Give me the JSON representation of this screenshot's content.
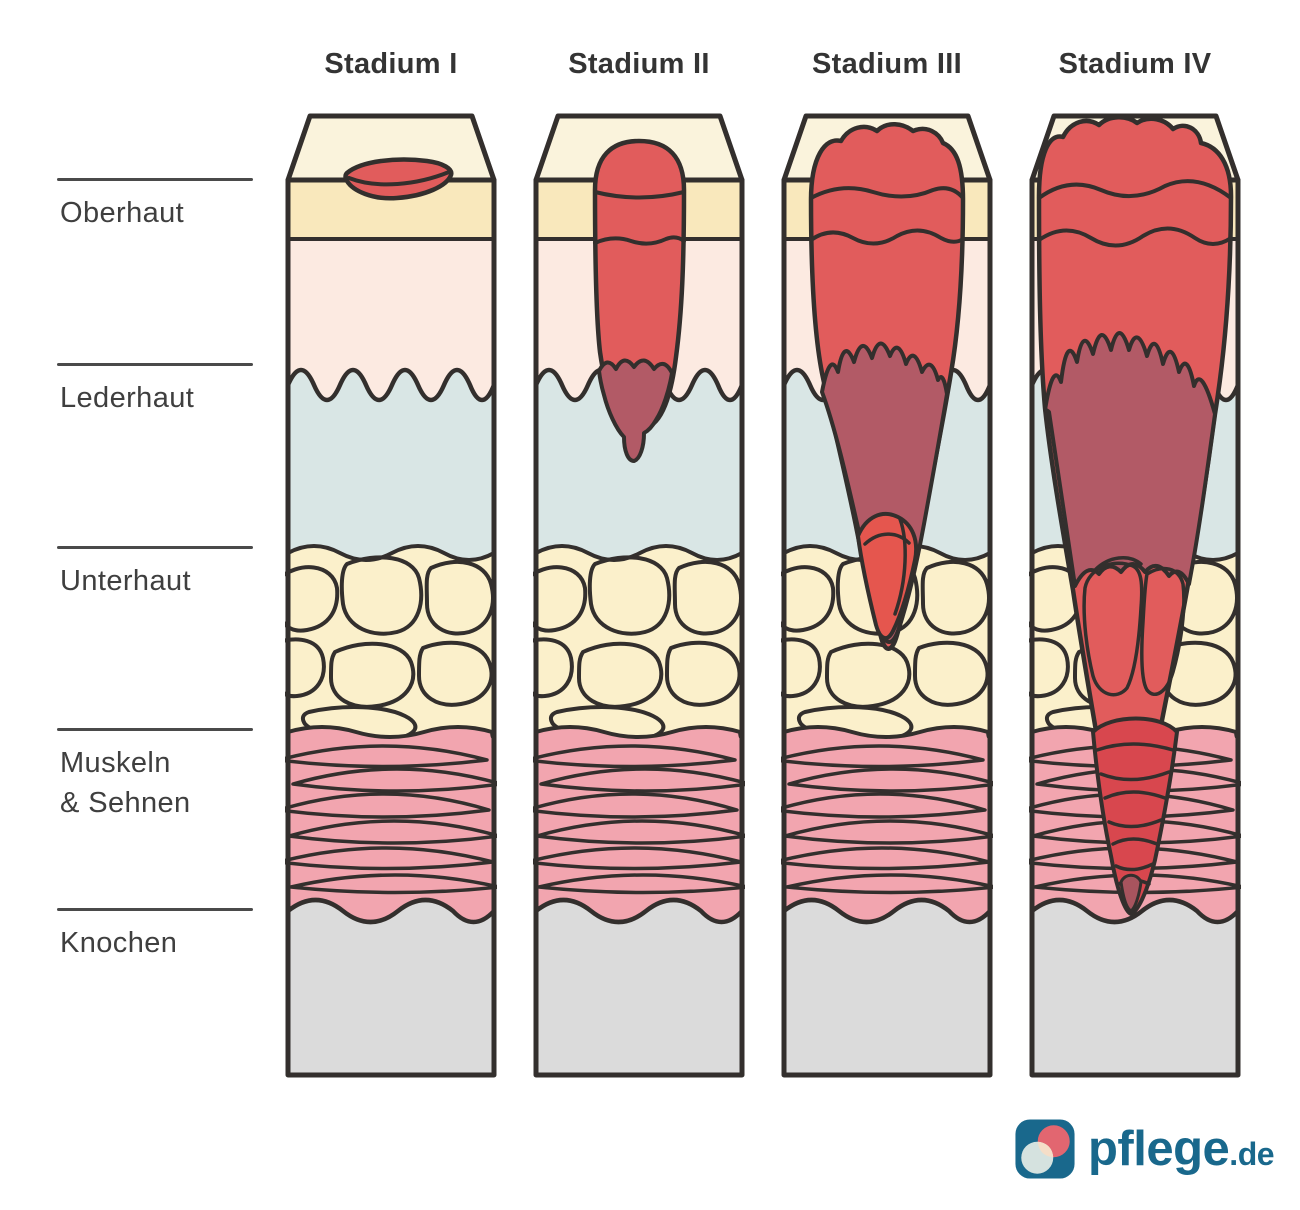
{
  "stages": [
    {
      "label": "Stadium I"
    },
    {
      "label": "Stadium II"
    },
    {
      "label": "Stadium III"
    },
    {
      "label": "Stadium IV"
    }
  ],
  "layers": [
    {
      "label": "Oberhaut"
    },
    {
      "label": "Lederhaut"
    },
    {
      "label": "Unterhaut"
    },
    {
      "label": "Muskeln\n& Sehnen"
    },
    {
      "label": "Knochen"
    }
  ],
  "logo": {
    "brand": "pflege",
    "suffix": ".de"
  },
  "colors": {
    "surface": "#FAF3DC",
    "epidermis": "#F9E8BC",
    "dermis_upper": "#FCEAE1",
    "dermis_lower": "#D9E6E5",
    "fat": "#FBF0CB",
    "muscle": "#F2A5AF",
    "bone": "#DBDBDB",
    "outline": "#332F2D",
    "wound": "#E15C5C",
    "wound_bright": "#E5564E",
    "wound_deep": "#B25A66",
    "wound_core": "#D8474E",
    "wound_tip_dark": "#A8545E",
    "rule_line": "#4A4A4A",
    "label_text": "#3F3F3F",
    "title_text": "#343434",
    "brand_teal": "#19688C",
    "brand_red": "#E26670",
    "brand_petal_blue": "#D5E2DF",
    "brand_petal_cream": "#F5DEC8"
  }
}
